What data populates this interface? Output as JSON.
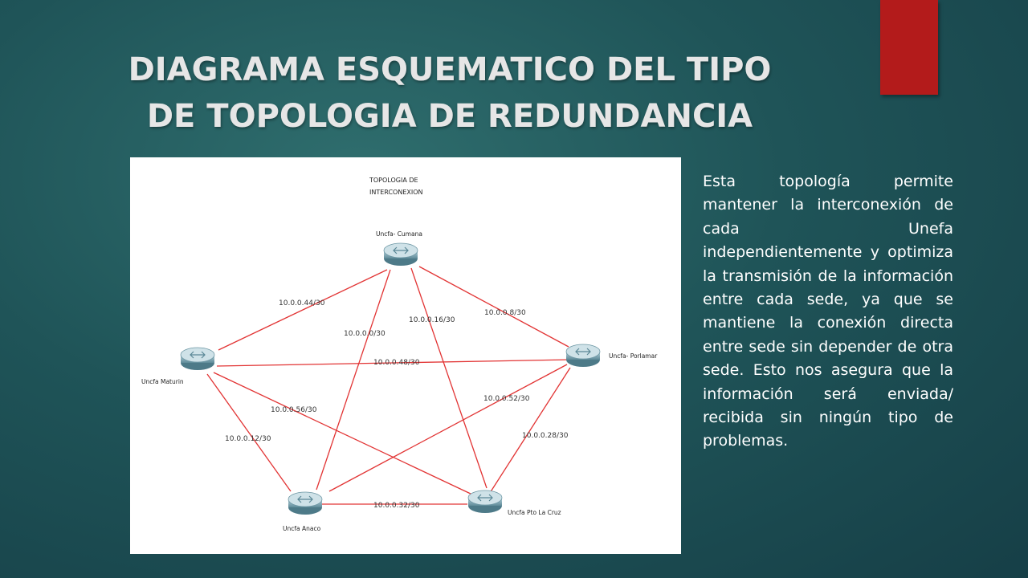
{
  "slide": {
    "title_line1": "DIAGRAMA ESQUEMATICO DEL TIPO",
    "title_line2": "DE TOPOLOGIA DE REDUNDANCIA",
    "description": "Esta topología permite mantener la interconexión de cada Unefa independientemente y optimiza la transmisión de la información entre cada sede, ya que se mantiene la conexión directa entre sede sin depender de otra sede. Esto nos asegura que la información será enviada/ recibida sin ningún tipo de problemas.",
    "accent_color": "#b31b1b"
  },
  "diagram": {
    "title_line1": "TOPOLOGIA DE",
    "title_line2": "INTERCONEXION",
    "nodes": {
      "cumana": "Uncfa- Cumana",
      "maturin": "Uncfa Maturin",
      "porlamar": "Uncfa- Porlamar",
      "anaco": "Uncfa Anaco",
      "ptolacruz": "Uncfa Pto La Cruz"
    },
    "links": {
      "cumana_maturin": "10.0.0.44/30",
      "cumana_anaco": "10.0.0.0/30",
      "cumana_ptolacruz": "10.0.0.16/30",
      "cumana_porlamar": "10.0.0.8/30",
      "maturin_porlamar": "10.0.0.48/30",
      "porlamar_anaco": "10.0.0.52/30",
      "maturin_ptolacruz": "10.0.0.56/30",
      "maturin_anaco": "10.0.0.12/30",
      "porlamar_ptolacruz": "10.0.0.28/30",
      "anaco_ptolacruz": "10.0.0.32/30"
    },
    "link_color": "#e23434"
  }
}
